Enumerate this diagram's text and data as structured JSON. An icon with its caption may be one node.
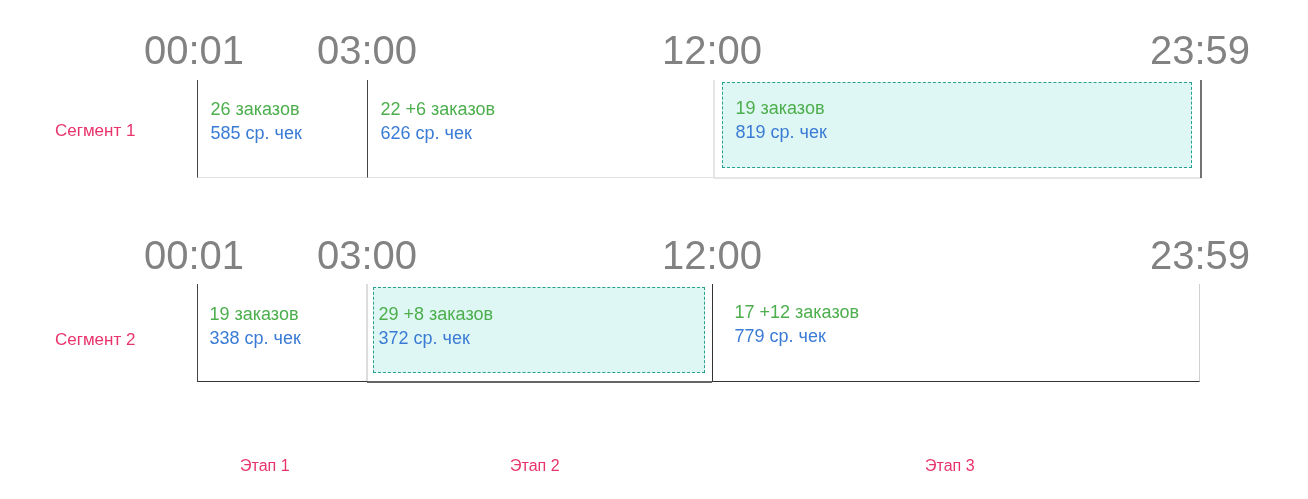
{
  "diagram": {
    "nodes": [
      {
        "text": [
          "26 заказов",
          "585 ср. чек"
        ]
      },
      {
        "text": [
          "22 +6 заказов",
          "626 ср. чек"
        ]
      },
      {
        "text": [
          "19 заказов",
          "819 ср. чек"
        ]
      },
      {
        "text": [
          "19 заказов",
          "338 ср. чек"
        ]
      },
      {
        "text": [
          "29 +8 заказов",
          "372 ср. чек"
        ]
      },
      {
        "text": [
          "17 +12 заказов",
          "779 ср. чек"
        ]
      }
    ],
    "edges": [],
    "labels": [
      "00:01",
      "03:00",
      "12:00",
      "23:59",
      "Сегмент 1",
      "00:01",
      "03:00",
      "12:00",
      "23:59",
      "Сегмент 2",
      "Этап 1",
      "Этап 2",
      "Этап 3"
    ]
  }
}
